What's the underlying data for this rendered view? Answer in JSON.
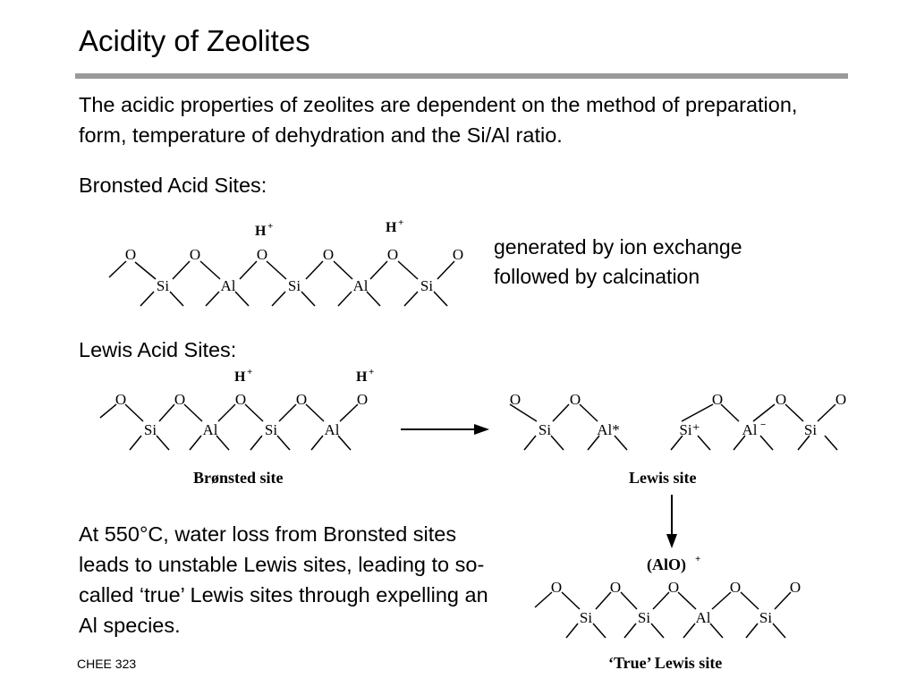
{
  "slide": {
    "title": "Acidity of Zeolites",
    "intro": "The acidic properties of zeolites are dependent on the method of preparation, form, temperature of dehydration and the Si/Al ratio.",
    "bronsted_heading": "Bronsted Acid Sites:",
    "ion_exchange_line1": "generated by ion exchange",
    "ion_exchange_line2": "followed by calcination",
    "lewis_heading": "Lewis Acid Sites:",
    "water_loss_note": "At 550°C, water loss from Bronsted sites leads to unstable Lewis sites, leading to so-called ‘true’ Lewis sites through expelling an Al species.",
    "footer": "CHEE 323"
  },
  "diagram": {
    "atom_o": "O",
    "atom_si": "Si",
    "atom_al": "Al",
    "proton": "H",
    "plus": "+",
    "minus": "−",
    "al_star": "Al*",
    "si_plus": "Si⁺",
    "bronsted_caption": "Brønsted site",
    "lewis_caption": "Lewis site",
    "alo_species": "(AlO)",
    "true_lewis_caption": "‘True’ Lewis site"
  }
}
